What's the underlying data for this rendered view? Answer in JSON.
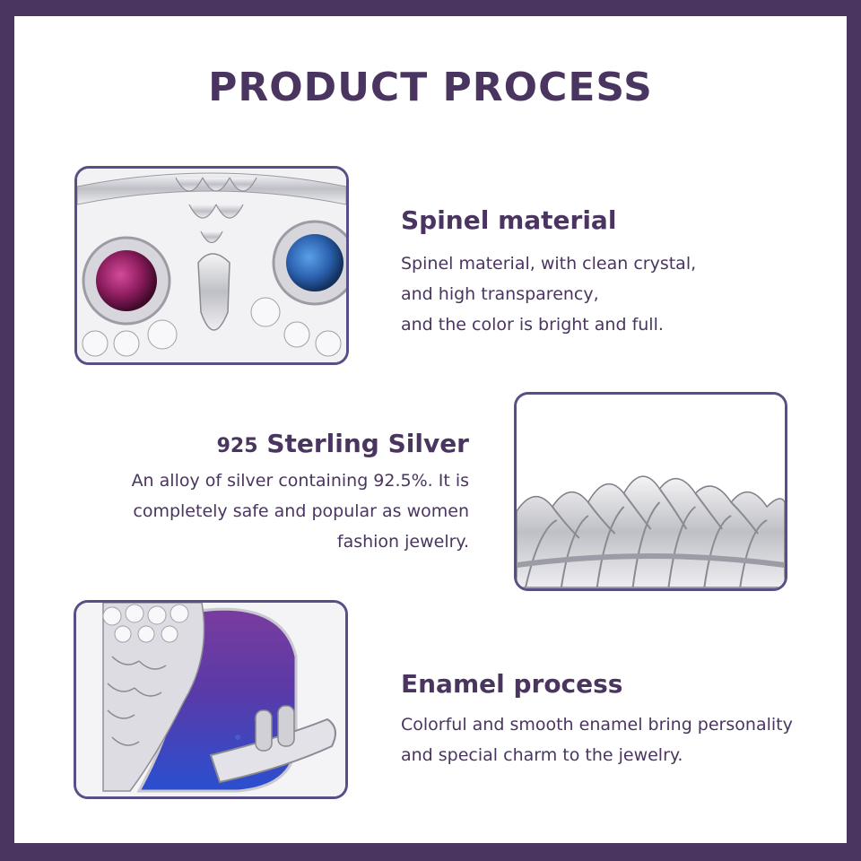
{
  "title": "PRODUCT PROCESS",
  "sections": [
    {
      "heading": "Spinel material",
      "lines": [
        "Spinel material, with clean crystal,",
        "and high transparency,",
        "and the color is bright and full."
      ]
    },
    {
      "heading_number": "925",
      "heading": "Sterling Silver",
      "lines": [
        "An alloy of silver containing 92.5%. It is",
        "completely safe and popular as women",
        "fashion jewelry."
      ]
    },
    {
      "heading": "Enamel process",
      "lines": [
        "Colorful and smooth enamel bring personality",
        "and special charm to the jewelry."
      ]
    }
  ],
  "colors": {
    "brand": "#4a3560",
    "photo_border": "#5a4e86",
    "silver": "#d9d9de",
    "spinel_pink": "#a8206e",
    "spinel_blue": "#2c62b0",
    "enamel_purple": "#6a3c9a",
    "enamel_blue": "#2b4fc9"
  }
}
